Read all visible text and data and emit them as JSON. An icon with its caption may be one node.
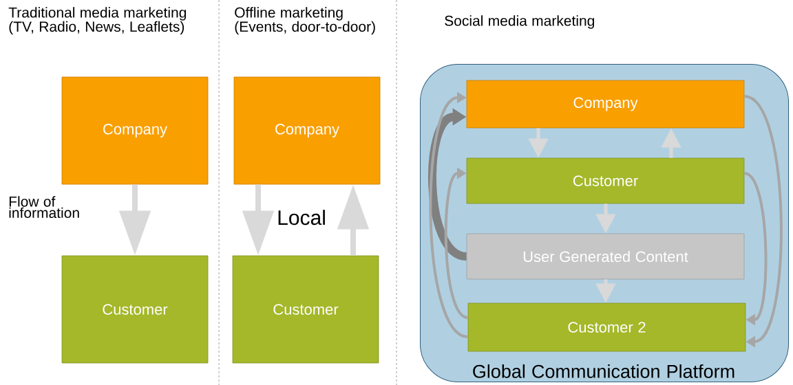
{
  "diagram": {
    "nodes": [
      {
        "text": [
          "Company"
        ]
      },
      {
        "text": [
          "Customer"
        ]
      },
      {
        "text": [
          "Company"
        ]
      },
      {
        "text": [
          "Customer"
        ]
      },
      {
        "text": [
          "Global Communication Platform"
        ]
      },
      {
        "text": [
          "Company"
        ],
        "in": 4
      },
      {
        "text": [
          "Customer"
        ],
        "in": 4
      },
      {
        "text": [
          "User Generated Content"
        ],
        "in": 4
      },
      {
        "text": [
          "Customer 2"
        ],
        "in": 4
      }
    ],
    "edges": [
      {
        "from": 0,
        "to": 1,
        "arrow": "to"
      },
      {
        "from": 2,
        "to": 3,
        "arrow": "to"
      },
      {
        "from": 3,
        "to": 2,
        "arrow": "to"
      },
      {
        "from": 5,
        "to": 6,
        "arrow": "to"
      },
      {
        "from": 6,
        "to": 5,
        "arrow": "to"
      },
      {
        "from": 6,
        "to": 7,
        "arrow": "to"
      },
      {
        "from": 7,
        "to": 8,
        "arrow": "to"
      },
      {
        "from": 7,
        "to": 5,
        "arrow": "to",
        "style": "thick",
        "color": "#808080"
      },
      {
        "from": 8,
        "to": 6,
        "arrow": "to",
        "color": "#a6a6a6"
      },
      {
        "from": 8,
        "to": 5,
        "arrow": "to",
        "color": "#a6a6a6"
      },
      {
        "from": 5,
        "to": 8,
        "arrow": "to",
        "color": "#a6a6a6"
      },
      {
        "from": 6,
        "to": 8,
        "arrow": "to",
        "color": "#a6a6a6"
      }
    ],
    "labels": [
      "Traditional media marketing (TV, Radio, News, Leaflets)",
      "Offline marketing (Events, door-to-door)",
      "Social media marketing",
      "Flow of information",
      "Local"
    ]
  }
}
